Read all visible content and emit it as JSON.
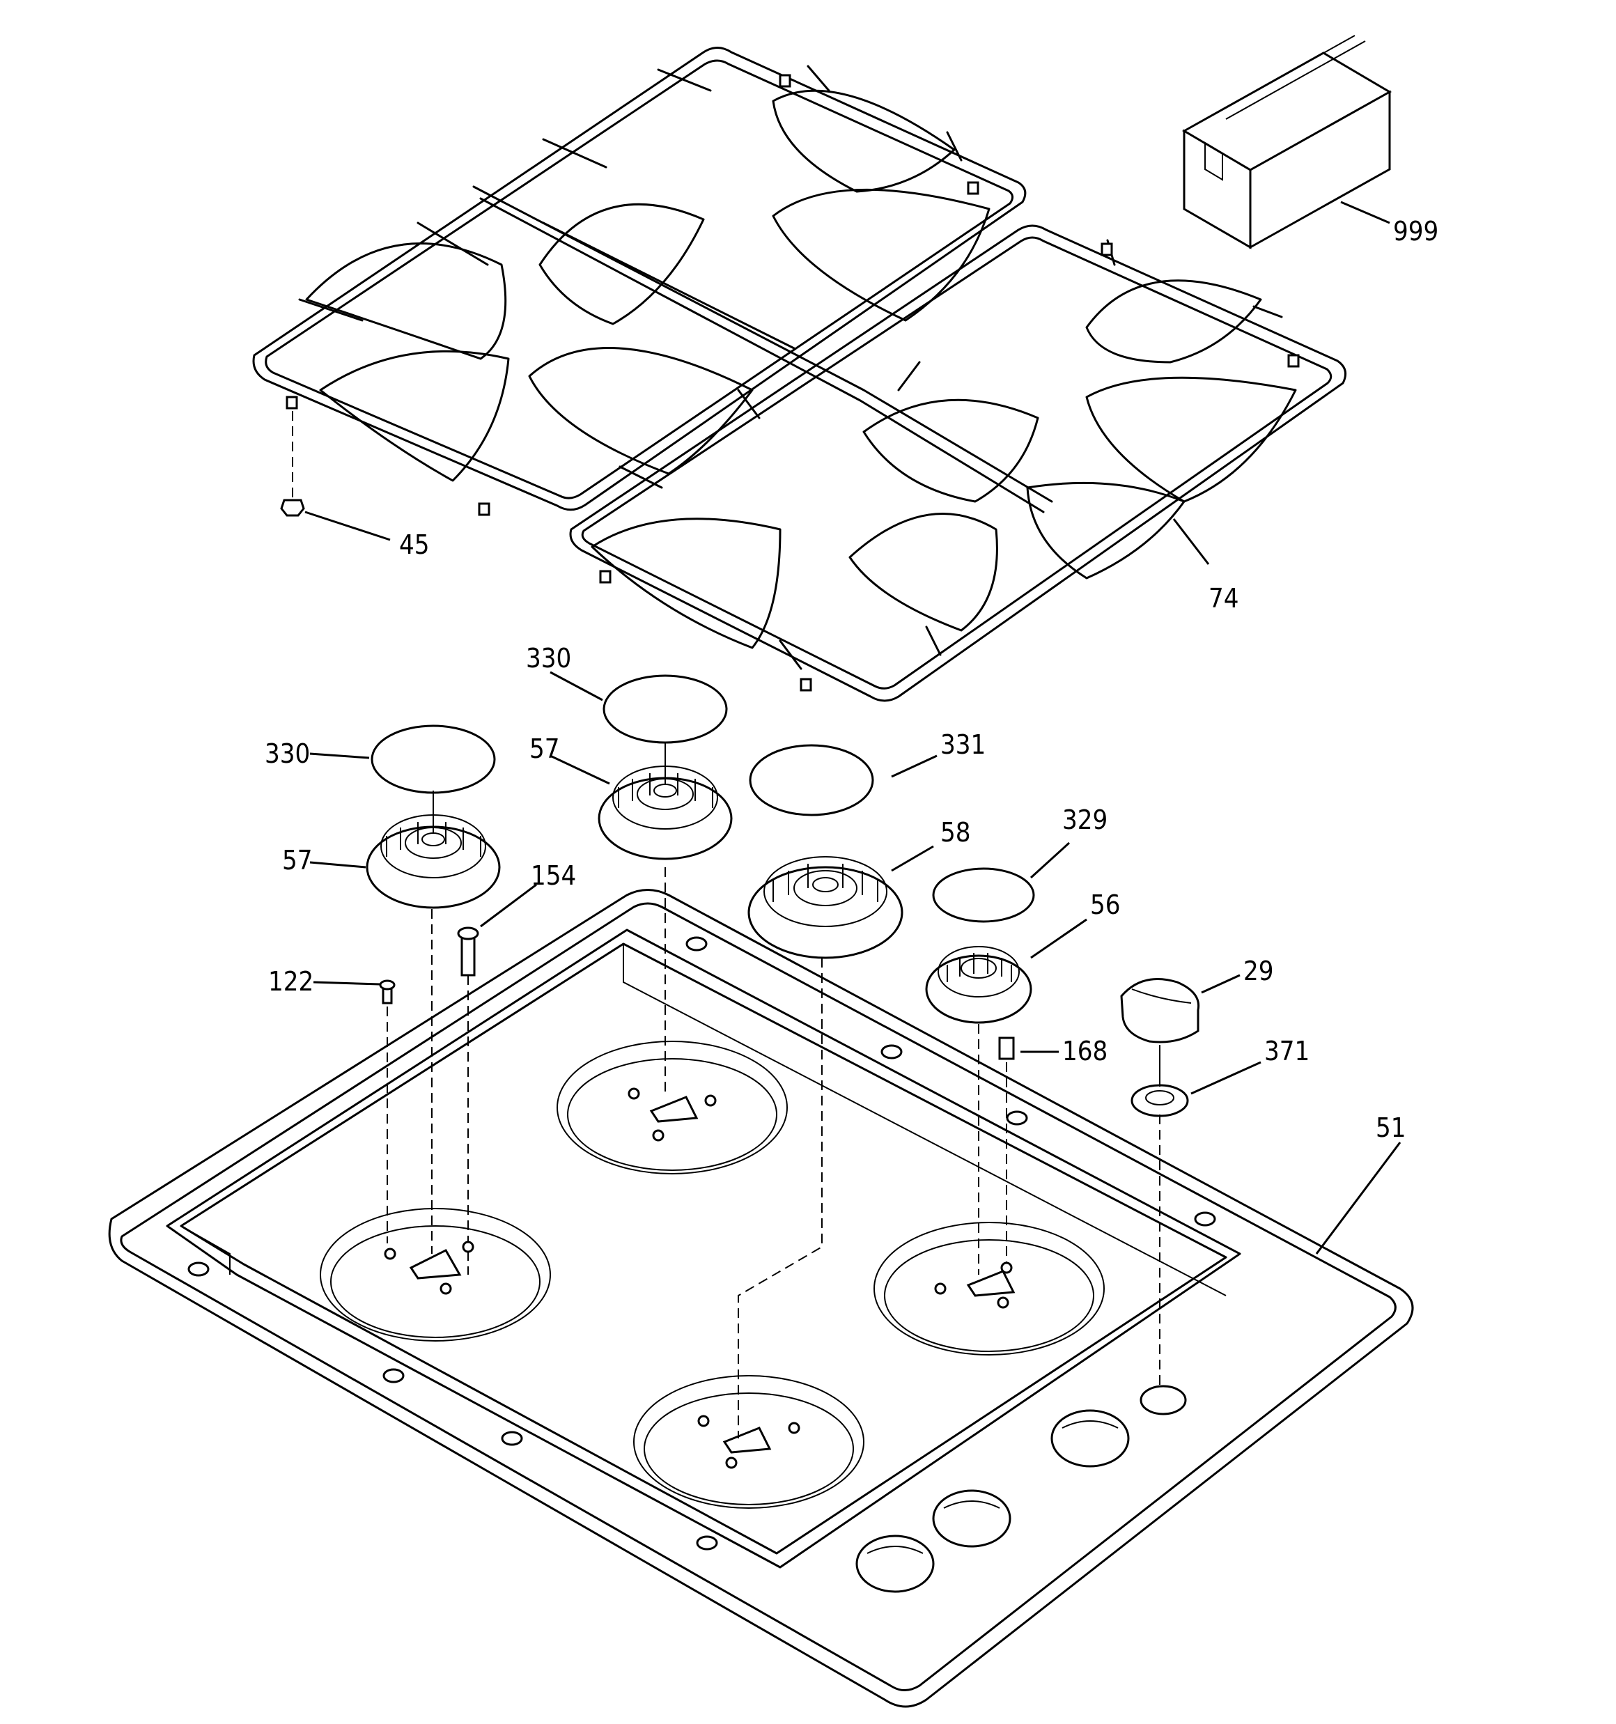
{
  "diagram": {
    "parts": [
      {
        "id": "part-999",
        "label": "999"
      },
      {
        "id": "part-45",
        "label": "45"
      },
      {
        "id": "part-74",
        "label": "74"
      },
      {
        "id": "part-330a",
        "label": "330"
      },
      {
        "id": "part-330b",
        "label": "330"
      },
      {
        "id": "part-57a",
        "label": "57"
      },
      {
        "id": "part-57b",
        "label": "57"
      },
      {
        "id": "part-331",
        "label": "331"
      },
      {
        "id": "part-58",
        "label": "58"
      },
      {
        "id": "part-329",
        "label": "329"
      },
      {
        "id": "part-154",
        "label": "154"
      },
      {
        "id": "part-56",
        "label": "56"
      },
      {
        "id": "part-122",
        "label": "122"
      },
      {
        "id": "part-29",
        "label": "29"
      },
      {
        "id": "part-168",
        "label": "168"
      },
      {
        "id": "part-371",
        "label": "371"
      },
      {
        "id": "part-51",
        "label": "51"
      }
    ]
  }
}
